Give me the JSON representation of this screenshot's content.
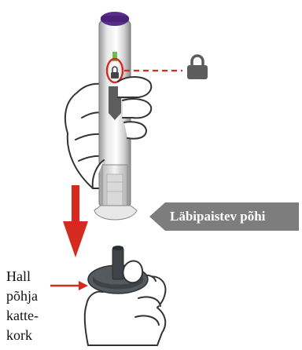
{
  "callout": {
    "label": "Läbipaistev põhi"
  },
  "cap_label": {
    "lines": [
      "Hall",
      "põhja",
      "katte-",
      "kork"
    ]
  },
  "colors": {
    "pen_cap": "#5a2d8c",
    "arrow_red": "#d42a20",
    "callout_bg": "#7d7d7d",
    "lock_gray": "#5c5c5c",
    "cap_gray": "#555a5e",
    "outline": "#3a3a3a"
  },
  "icons": [
    "lock-icon",
    "down-arrow-icon",
    "pointer-arrow-icon"
  ]
}
